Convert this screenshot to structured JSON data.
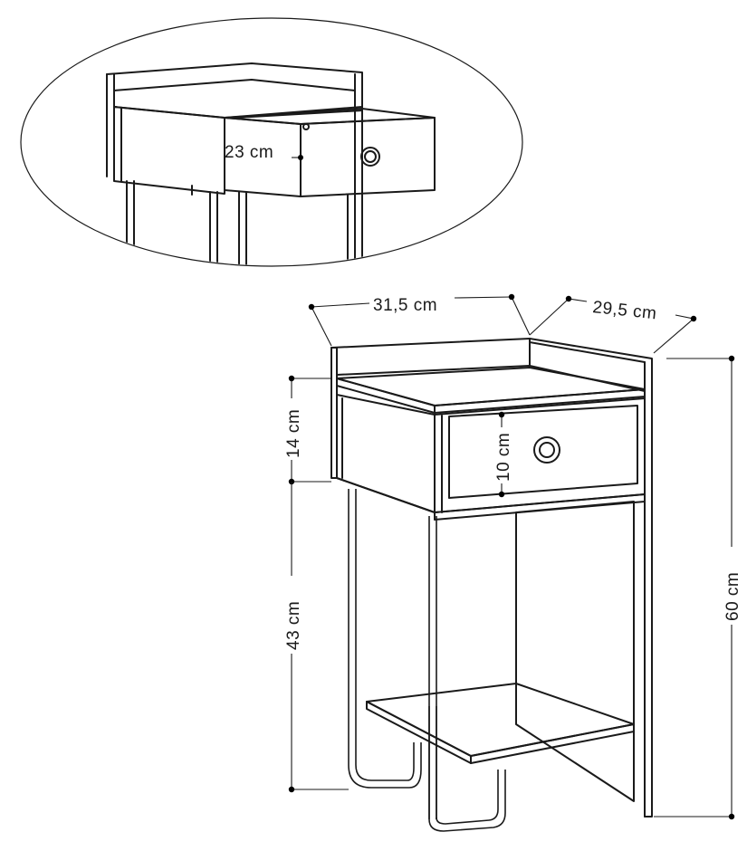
{
  "dimensions": {
    "drawer_depth": "23 cm",
    "width": "31,5 cm",
    "depth": "29,5 cm",
    "drawer_section_height": "14 cm",
    "drawer_height": "10 cm",
    "leg_height": "43 cm",
    "total_height": "60 cm"
  }
}
